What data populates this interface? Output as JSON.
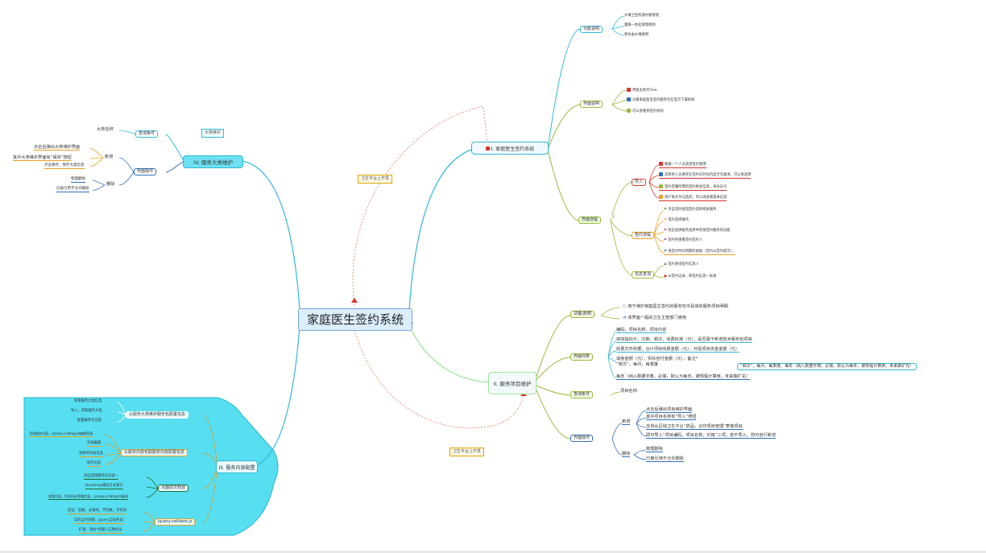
{
  "central": "家庭医生签约系统",
  "branches": {
    "b1": "I. 家庭医生签约系统",
    "b2": "II. 服务项目维护",
    "b3": "III. 服务内容配置",
    "b4": "IV. 服务大类维护"
  },
  "callouts": {
    "c1": "卫生平台上开发",
    "c2": "卫生平台上开发",
    "c3": "大类维护"
  },
  "b1": {
    "func": "功能说明",
    "func_items": [
      "乡镇卫生院或村委管理",
      "着眼一体化管理原则",
      "更多由乡镇使用"
    ],
    "demo": "界面说明",
    "demo_items": [
      "界面主体为Tree",
      "分属家庭医生签约服务包在显示下属机构",
      "可以查看到签约机构"
    ],
    "flow": "界面流程",
    "flow_import": "导入",
    "flow_import_items": [
      "根据一个人员选择签约管理",
      "选择的人员要求在签约在时间内显示为基本，可以再选择",
      "签约签署所需的签约相关信息，身份证号",
      "用户每次为勾选的，可以再查看基本信息"
    ],
    "flow_sign": "签约流程",
    "flow_sign_items": [
      "点击签约按钮签约选择相关服务",
      "签约选择操作",
      "状态选择服务选择中的某签约服务的功能",
      "签约时查看签约签约人",
      "再签约时间到期的就报（签约从签约提示）。"
    ],
    "flow_search": "信息查询",
    "flow_search_items": [
      "签约查询签约信息人",
      "从签约记录，和签约信息一张表"
    ]
  },
  "b2": {
    "func": "功能说明",
    "func_items": [
      "用于维护家庭医生签约的服务包中具体的服务项目明细",
      "该界面一般由卫生主管部门使用"
    ],
    "fields": "界面列表",
    "fields_items": [
      "编码，项目名称，项目内容",
      "绩效指标分，次数，频次，收费标准（元），是否属于新增技术服务包项目",
      "收费文件依据，合计项目收费金额（元），补贴项目资金金额（元）",
      "减免金额（元），实际自付金额（元），备注*",
      "“频次”，每月，每季度",
      "每年（纳入数据字典，必填，默认为每年，被规程计算用，未来做扩充）"
    ],
    "freq_extra": "“频次”，每月，每季度，每年（纳入数据字典，必填，默认为每年，被规程计算用，未来做扩充）",
    "query": "查询条件",
    "query_items": [
      "项目名称"
    ],
    "ops": "界面操作",
    "ops_add": "新增",
    "ops_add_items": [
      "点击后弹出项目维护界面",
      "其中项目名称有“导入”按钮",
      "支持从区域卫生平台“药品，诊疗项目管理”表格项目",
      "即可导入“项目编码，项目名称，价格”三项；若不导入，则可自行新增"
    ],
    "ops_del": "删除",
    "ops_del_items": [
      "物理删除",
      "已被引用不允许删除"
    ]
  },
  "b3": {
    "g1": "从服务大类维护服务包配置信息",
    "g1_items": [
      "新增服务大类信息",
      "导入，获取服务大类",
      "配置服务包信息"
    ],
    "g2": "从服务内容包取服务内容配置信息",
    "g2_items": [
      "添加服务内容，以easyui datagrid编辑列表",
      "列表编辑",
      "添加时列表信息",
      "保存信息"
    ],
    "g3": "页面层次规划",
    "g3_items": [
      "列出选择服务包内容一",
      "Bootstrap模态方式窗口",
      "查看页面，列出所有签署信息，以easyui datagrid展现"
    ],
    "g4": "jquery.validate.js",
    "g4_items": [
      "验证：金额，必填项，字符数，字符串",
      "实际自付金额：jquery自动生成",
      "扩展：添加*验输入正数验证"
    ]
  },
  "b4": {
    "query": "查询条件",
    "query_items": [
      "大类名称"
    ],
    "ops": "界面操作",
    "ops_add": "新增",
    "ops_add_items": [
      "点击后弹出大类维护界面",
      "其中大类维护界面有“保存”按钮",
      "点击保存，保存大类信息"
    ],
    "ops_del": "删除",
    "ops_del_items": [
      "物理删除",
      "已被引用不允许删除"
    ]
  },
  "colors": {
    "line_cyan": "#31b8d6",
    "line_green": "#9fe39b",
    "dotted_red": "#e07a5f",
    "accent_red": "#d9342b",
    "accent_blue": "#2f6fbd",
    "accent_orange": "#e8a020",
    "accent_olive": "#9bb83a",
    "region_fill": "#3ad8ee"
  }
}
